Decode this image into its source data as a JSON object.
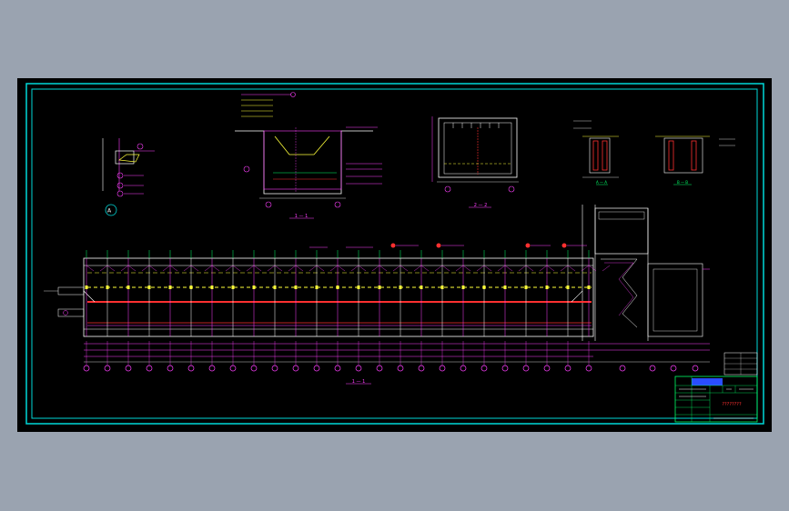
{
  "drawing": {
    "detail_marker": "A",
    "sections": {
      "section_1_title": "1 — 1",
      "section_2_title": "2 — 2",
      "section_main_title": "1 — 1",
      "section_small_a": "A — A",
      "section_small_b": "B — B"
    },
    "title_block": {
      "red_text": "????????"
    }
  },
  "colors": {
    "screen_bg": "#9aa3b0",
    "sheet_bg": "#000000",
    "frame_cyan": "#00d8d8",
    "magenta": "#ff3fff",
    "yellow": "#ffff3a",
    "red": "#ff3030",
    "white": "#ffffff",
    "green": "#00ff66",
    "blue": "#2a4dff"
  }
}
